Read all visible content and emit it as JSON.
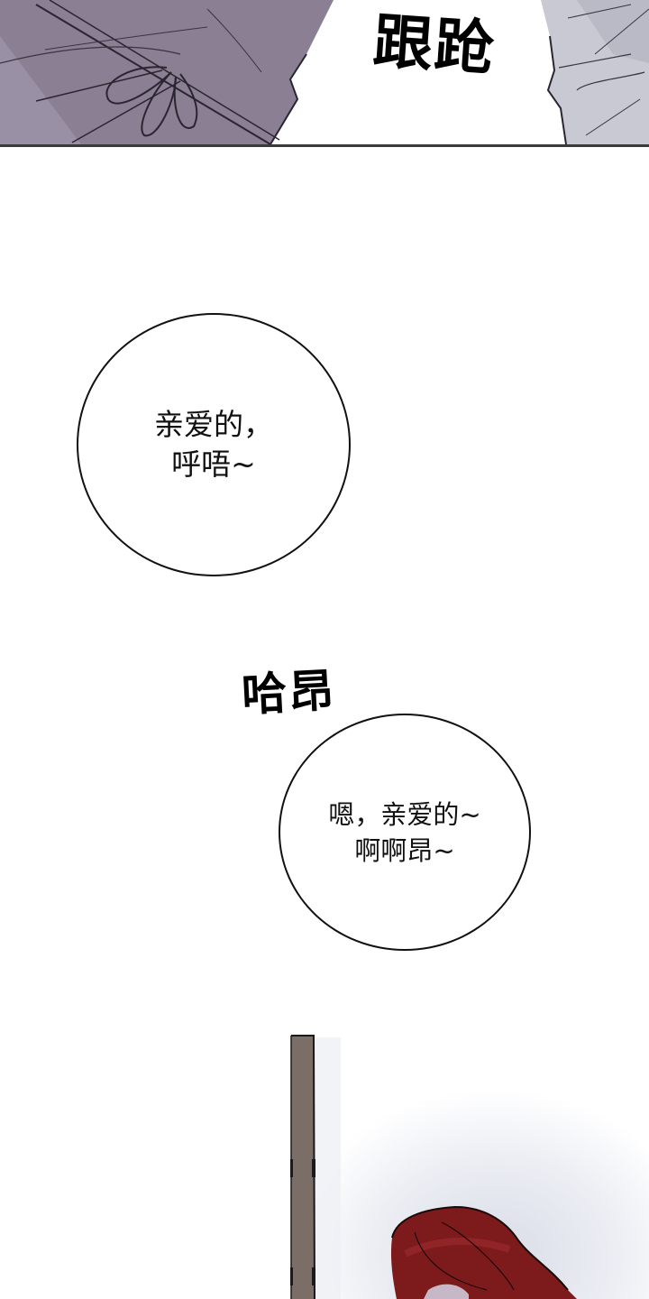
{
  "panels": [
    {
      "id": "top-panel",
      "sfx": "跟跄",
      "colors": {
        "left_garment": "#8a7f93",
        "right_figure": "#c9c9d3",
        "border": "#3a3a3a"
      }
    },
    {
      "id": "dialogue-panel",
      "bubbles": [
        {
          "text": "亲爱的，\n呼唔~"
        },
        {
          "text": "嗯，亲爱的~\n啊啊昂~"
        }
      ],
      "sfx": "哈昂"
    },
    {
      "id": "bottom-panel",
      "colors": {
        "door_frame": "#7a6e66",
        "hair": "#7d1a1c",
        "shadow": "#e6e8f0"
      }
    }
  ]
}
